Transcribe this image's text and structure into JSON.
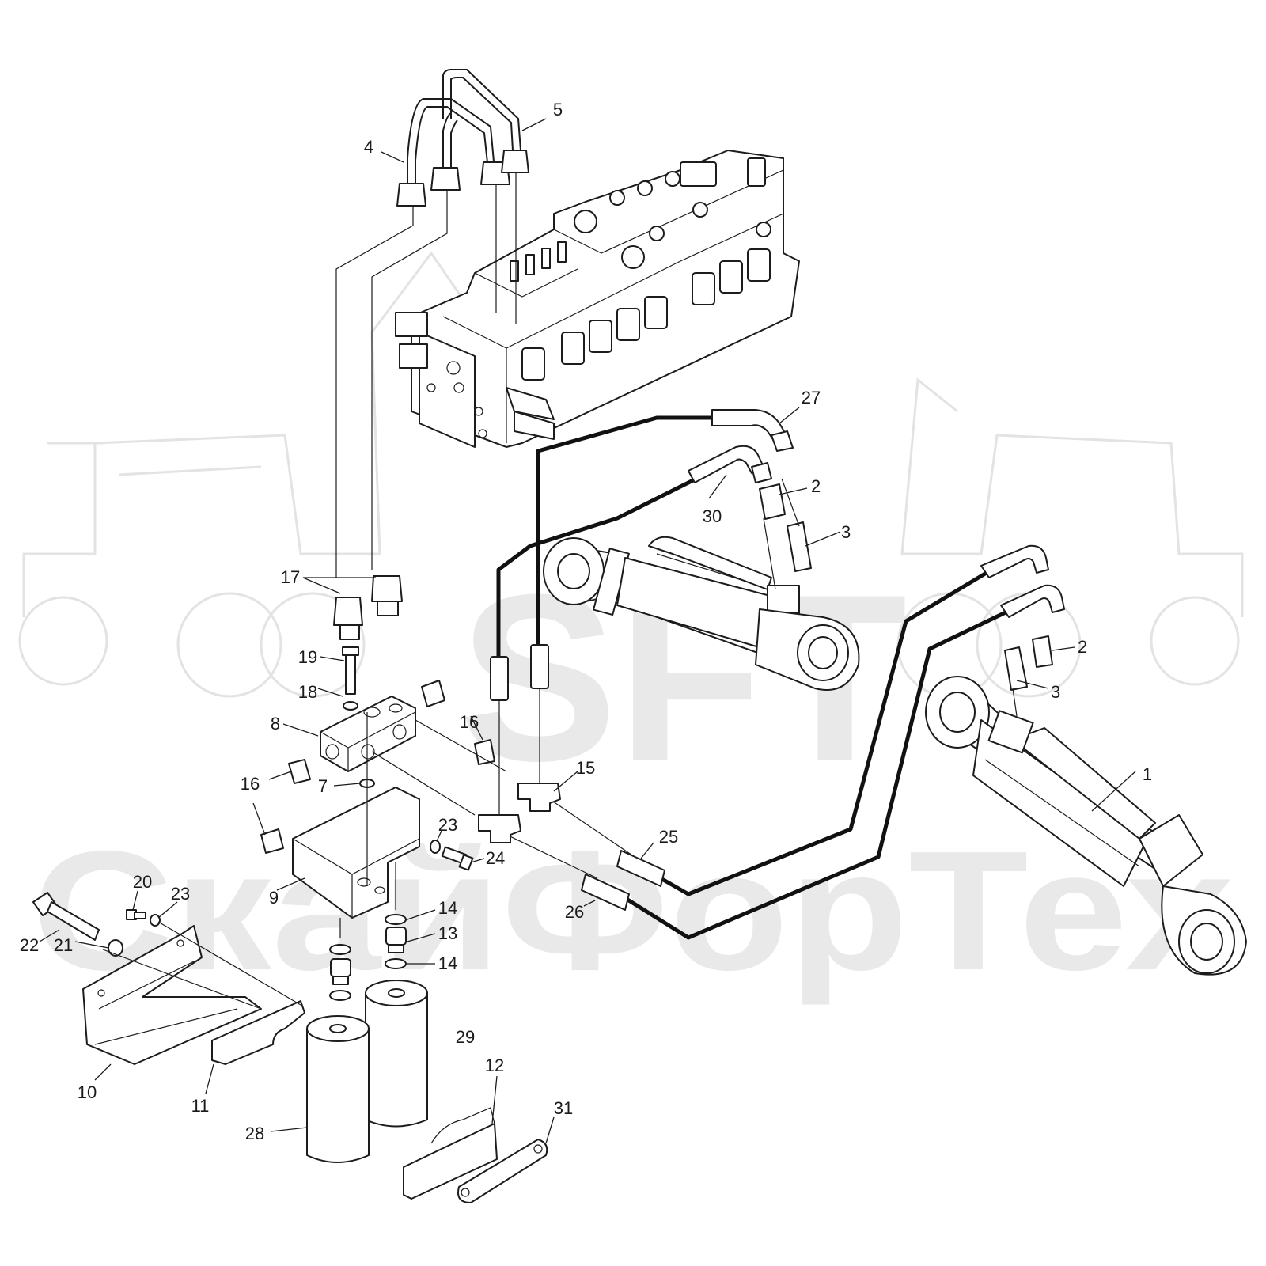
{
  "watermark": {
    "logo": "SFT",
    "brand": "СкайФорТех",
    "color": "#e9e9e9"
  },
  "callouts": [
    {
      "id": "c1",
      "text": "1"
    },
    {
      "id": "c2a",
      "text": "2"
    },
    {
      "id": "c2b",
      "text": "2"
    },
    {
      "id": "c3a",
      "text": "3"
    },
    {
      "id": "c3b",
      "text": "3"
    },
    {
      "id": "c4",
      "text": "4"
    },
    {
      "id": "c5",
      "text": "5"
    },
    {
      "id": "c7",
      "text": "7"
    },
    {
      "id": "c8",
      "text": "8"
    },
    {
      "id": "c9",
      "text": "9"
    },
    {
      "id": "c10",
      "text": "10"
    },
    {
      "id": "c11",
      "text": "11"
    },
    {
      "id": "c12",
      "text": "12"
    },
    {
      "id": "c13",
      "text": "13"
    },
    {
      "id": "c14a",
      "text": "14"
    },
    {
      "id": "c14b",
      "text": "14"
    },
    {
      "id": "c15",
      "text": "15"
    },
    {
      "id": "c16a",
      "text": "16"
    },
    {
      "id": "c16b",
      "text": "16"
    },
    {
      "id": "c17",
      "text": "17"
    },
    {
      "id": "c18",
      "text": "18"
    },
    {
      "id": "c19",
      "text": "19"
    },
    {
      "id": "c20",
      "text": "20"
    },
    {
      "id": "c21",
      "text": "21"
    },
    {
      "id": "c22",
      "text": "22"
    },
    {
      "id": "c23a",
      "text": "23"
    },
    {
      "id": "c23b",
      "text": "23"
    },
    {
      "id": "c24",
      "text": "24"
    },
    {
      "id": "c25",
      "text": "25"
    },
    {
      "id": "c26",
      "text": "26"
    },
    {
      "id": "c27",
      "text": "27"
    },
    {
      "id": "c28",
      "text": "28"
    },
    {
      "id": "c29",
      "text": "29"
    },
    {
      "id": "c30",
      "text": "30"
    },
    {
      "id": "c31",
      "text": "31"
    }
  ]
}
